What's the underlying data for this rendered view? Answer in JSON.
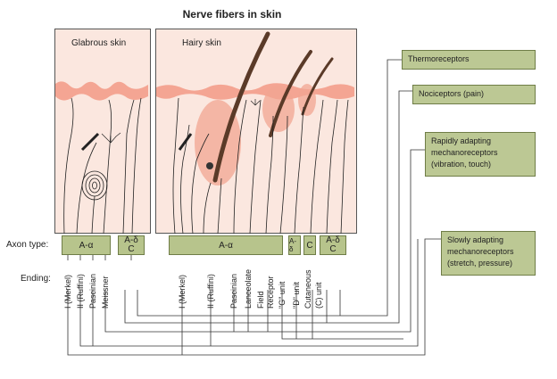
{
  "title": "Nerve fibers in skin",
  "panels": {
    "glabrous": "Glabrous skin",
    "hairy": "Hairy skin"
  },
  "row_labels": {
    "axon_type": "Axon type:",
    "ending": "Ending:"
  },
  "axon_types": {
    "glabrous_a_alpha": "A-α",
    "glabrous_a_delta": "A-δ",
    "glabrous_c": "C",
    "hairy_a_alpha": "A-α",
    "hairy_a_delta_1": "A-δ",
    "hairy_c": "C",
    "hairy_a_delta_2": "A-δ",
    "hairy_c_2": "C"
  },
  "endings": [
    "I (Merkel)",
    "II (Ruffini)",
    "Pascinian",
    "Meissner",
    "I (Merkel)",
    "II (Ruffini)",
    "Pascinian",
    "Lanceolate",
    "Field",
    "Receptor",
    "\"G\" unit",
    "\"D\" unit",
    "Cutaneous",
    "(C) unit"
  ],
  "receptors": {
    "thermo": "Thermoreceptors",
    "noci": "Nociceptors (pain)",
    "rapid": [
      "Rapidly adapting",
      "mechanoreceptors",
      "(vibration, touch)"
    ],
    "slow": [
      "Slowly adapting",
      "mechanoreceptors",
      "(stretch, pressure)"
    ]
  },
  "colors": {
    "skin_fill": "#fbe7df",
    "epidermis": "#f4a593",
    "box_fill": "#b7c48c",
    "hair": "#5a3a28"
  }
}
